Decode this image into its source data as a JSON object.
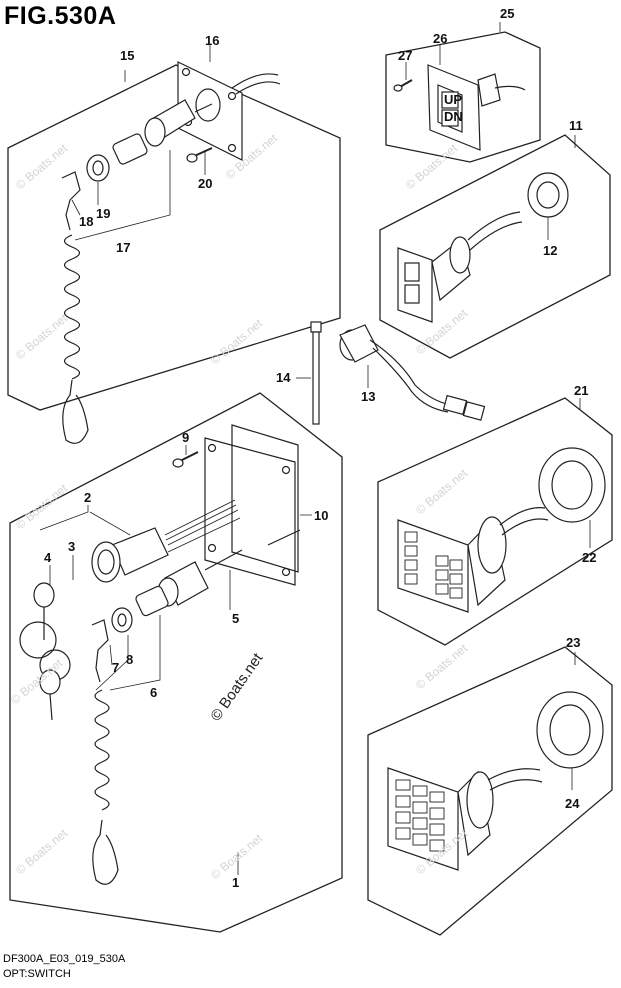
{
  "figure": {
    "title": "FIG.530A"
  },
  "footer": {
    "model_code": "DF300A_E03_019_530A",
    "section_name": "OPT:SWITCH"
  },
  "watermark": {
    "text": "© Boats.net"
  },
  "callouts": [
    "1",
    "2",
    "3",
    "4",
    "5",
    "6",
    "7",
    "8",
    "9",
    "10",
    "11",
    "12",
    "13",
    "14",
    "15",
    "16",
    "17",
    "18",
    "19",
    "20",
    "21",
    "22",
    "23",
    "24",
    "25",
    "26",
    "27"
  ],
  "switch_labels": {
    "up": "UP",
    "down": "DN"
  }
}
